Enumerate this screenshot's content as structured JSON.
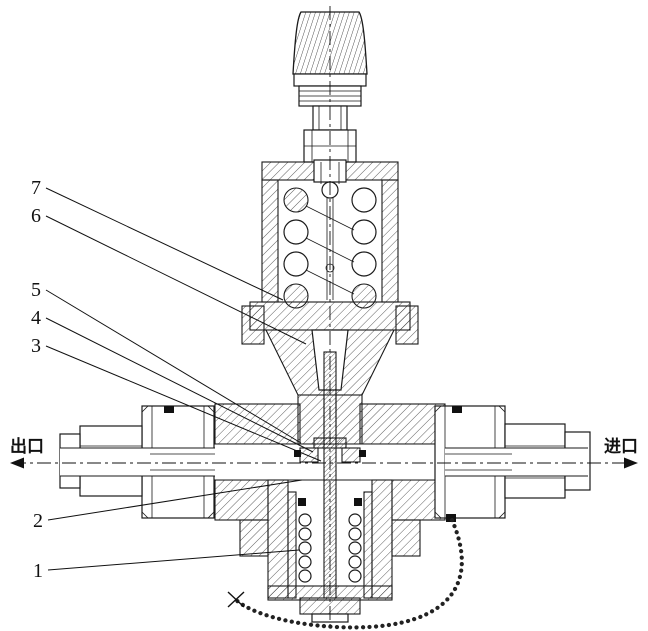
{
  "callouts": {
    "labels": [
      "7",
      "6",
      "5",
      "4",
      "3",
      "2",
      "1"
    ]
  },
  "ports": {
    "outlet": "出口",
    "inlet": "进口"
  },
  "icons": {
    "outlet_arrow": "left-arrow",
    "inlet_arrow": "right-arrow"
  },
  "colors": {
    "line": "#1a1a1a",
    "background": "#ffffff",
    "seal": "#111111"
  }
}
